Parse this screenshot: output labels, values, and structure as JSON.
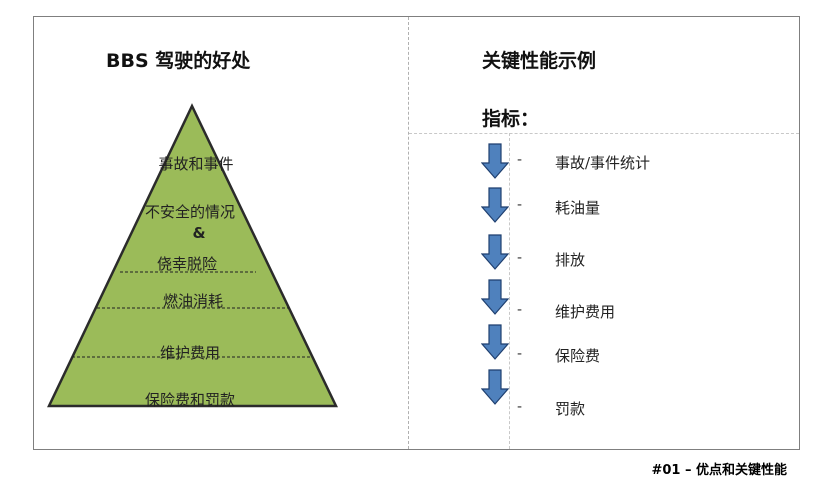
{
  "left": {
    "title": "BBS 驾驶的好处",
    "pyramid_levels": [
      "事故和事件",
      "不安全的情况",
      "&",
      "侥幸脱险",
      "燃油消耗",
      "维护费用",
      "保险费和罚款"
    ],
    "pyramid_fill": "#9bbb59"
  },
  "right": {
    "title": "关键性能示例",
    "indicator_label": "指标：",
    "items": [
      {
        "dash": "-",
        "text": "事故/事件统计"
      },
      {
        "dash": "-",
        "text": "耗油量"
      },
      {
        "dash": "-",
        "text": "排放"
      },
      {
        "dash": "-",
        "text": "维护费用"
      },
      {
        "dash": "-",
        "text": "保险费"
      },
      {
        "dash": "-",
        "text": "罚款"
      }
    ],
    "arrow_color": "#4f81bd",
    "arrow_icon": "down-arrow-icon"
  },
  "footnote": "#01 – 优点和关键性能"
}
